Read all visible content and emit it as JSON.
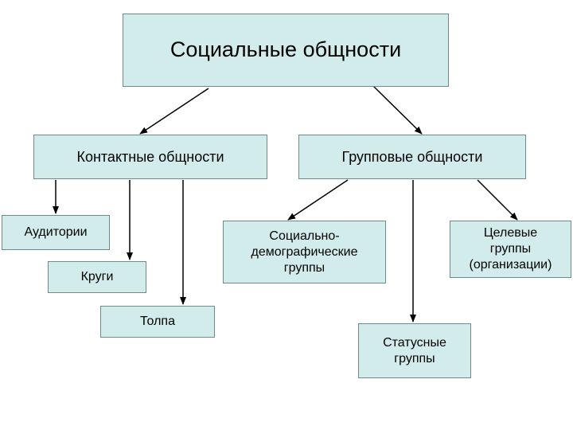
{
  "root": {
    "label": "Социальные общности"
  },
  "contact": {
    "label": "Контактные общности"
  },
  "group": {
    "label": "Групповые общности"
  },
  "auditorii": {
    "label": "Аудитории"
  },
  "krugi": {
    "label": "Круги"
  },
  "tolpa": {
    "label": "Толпа"
  },
  "socdem": {
    "lines": [
      "Социально-",
      "демографические",
      "группы"
    ]
  },
  "status": {
    "lines": [
      "Статусные",
      "группы"
    ]
  },
  "target": {
    "lines": [
      "Целевые",
      "группы",
      "(организации)"
    ]
  },
  "colors": {
    "box_fill": "#d2ecec",
    "box_border": "#6f8a8a",
    "line": "#000000"
  }
}
